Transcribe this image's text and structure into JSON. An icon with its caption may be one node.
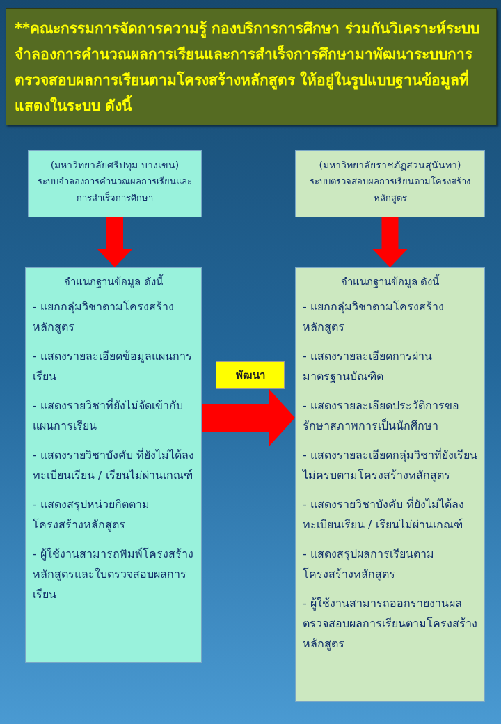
{
  "diagram": {
    "title": "**คณะกรรมการจัดการความรู้ กองบริการการศึกษา ร่วมกันวิเคราะห์ระบบจำลองการคำนวณผลการเรียนและการสำเร็จการศึกษามาพัฒนาระบบการตรวจสอบผลการเรียนตามโครงสร้างหลักสูตร ให้อยู่ในรูปแบบฐานข้อมูลที่แสดงในระบบ ดังนี้",
    "nodes": [
      {
        "text": [
          "(มหาวิทยาลัยศรีปทุม บางเขน)",
          "ระบบจำลองการคำนวณผลการเรียนและการสำเร็จการศึกษา"
        ]
      },
      {
        "text": [
          "(มหาวิทยาลัยราชภัฏสวนสุนันทา)",
          "ระบบตรวจสอบผลการเรียนตามโครงสร้างหลักสูตร"
        ]
      },
      {
        "text": [
          "จำแนกฐานข้อมูล ดังนี้",
          "- แยกกลุ่มวิชาตามโครงสร้างหลักสูตร",
          "- แสดงรายละเอียดข้อมูลแผนการเรียน",
          "- แสดงรายวิชาที่ยังไม่จัดเข้ากับแผนการเรียน",
          "- แสดงรายวิชาบังคับ ที่ยังไม่ได้ลงทะเบียนเรียน / เรียนไม่ผ่านเกณฑ์",
          "- แสดงสรุปหน่วยกิตตามโครงสร้างหลักสูตร",
          "- ผู้ใช้งานสามารถพิมพ์โครงสร้างหลักสูตรและใบตรวจสอบผลการเรียน"
        ]
      },
      {
        "text": [
          "พัฒนา"
        ]
      },
      {
        "text": [
          "จำแนกฐานข้อมูล ดังนี้",
          "- แยกกลุ่มวิชาตามโครงสร้างหลักสูตร",
          "- แสดงรายละเอียดการผ่านมาตรฐานบัณฑิต",
          "- แสดงรายละเอียดประวัติการขอรักษาสภาพการเป็นนักศึกษา",
          "- แสดงรายละเอียดกลุ่มวิชาที่ยังเรียนไม่ครบตามโครงสร้างหลักสูตร",
          "- แสดงรายวิชาบังคับ ที่ยังไม่ได้ลงทะเบียนเรียน / เรียนไม่ผ่านเกณฑ์",
          "- แสดงสรุปผลการเรียนตามโครงสร้างหลักสูตร",
          "- ผู้ใช้งานสามารถออกรายงานผลตรวจสอบผลการเรียนตามโครงสร้างหลักสูตร"
        ]
      }
    ],
    "edges": [
      {
        "from": 0,
        "to": 2,
        "arrow": "to"
      },
      {
        "from": 1,
        "to": 4,
        "arrow": "to"
      },
      {
        "from": 2,
        "to": 4,
        "arrow": "to",
        "style": "thick"
      }
    ]
  }
}
